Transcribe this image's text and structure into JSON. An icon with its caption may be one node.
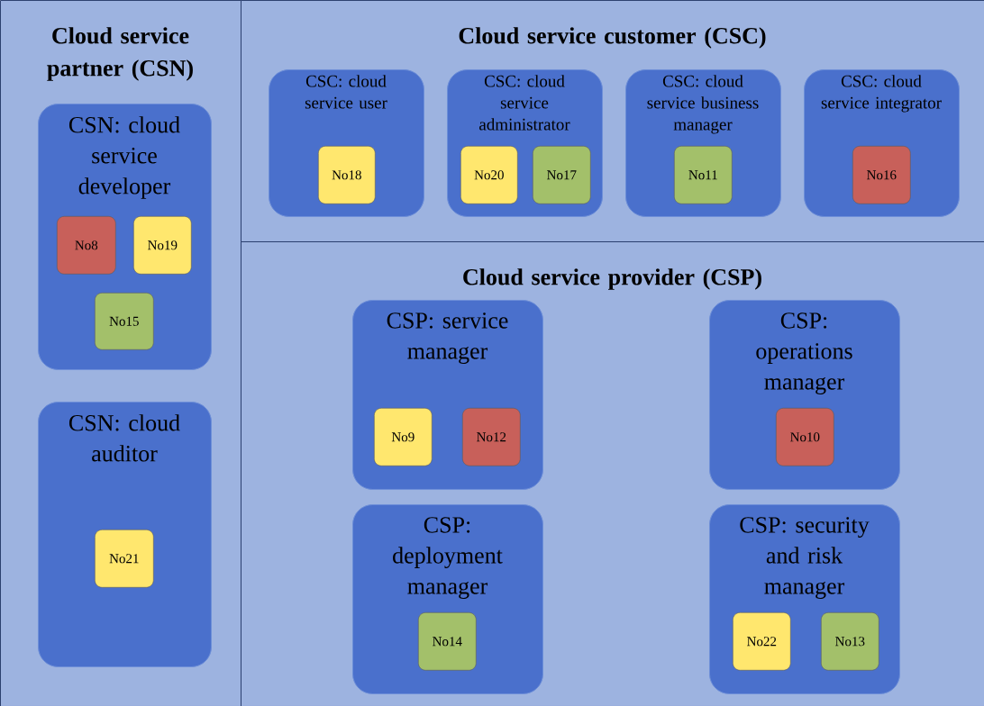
{
  "diagram": {
    "nodes": [
      {
        "text": [
          "Cloud service partner (CSN)"
        ]
      },
      {
        "text": [
          "Cloud service customer (CSC)"
        ]
      },
      {
        "text": [
          "Cloud service provider (CSP)"
        ]
      },
      {
        "text": [
          "CSN: cloud service developer"
        ],
        "in": 0
      },
      {
        "text": [
          "No8"
        ],
        "in": 3
      },
      {
        "text": [
          "No19"
        ],
        "in": 3
      },
      {
        "text": [
          "No15"
        ],
        "in": 3
      },
      {
        "text": [
          "CSN: cloud auditor"
        ],
        "in": 0
      },
      {
        "text": [
          "No21"
        ],
        "in": 7
      },
      {
        "text": [
          "CSC: cloud service user"
        ],
        "in": 1
      },
      {
        "text": [
          "No18"
        ],
        "in": 9
      },
      {
        "text": [
          "CSC: cloud service administrator"
        ],
        "in": 1
      },
      {
        "text": [
          "No20"
        ],
        "in": 11
      },
      {
        "text": [
          "No17"
        ],
        "in": 11
      },
      {
        "text": [
          "CSC: cloud service business manager"
        ],
        "in": 1
      },
      {
        "text": [
          "No11"
        ],
        "in": 14
      },
      {
        "text": [
          "CSC: cloud service integrator"
        ],
        "in": 1
      },
      {
        "text": [
          "No16"
        ],
        "in": 16
      },
      {
        "text": [
          "CSP: service manager"
        ],
        "in": 2
      },
      {
        "text": [
          "No9"
        ],
        "in": 18
      },
      {
        "text": [
          "No12"
        ],
        "in": 18
      },
      {
        "text": [
          "CSP: operations manager"
        ],
        "in": 2
      },
      {
        "text": [
          "No10"
        ],
        "in": 21
      },
      {
        "text": [
          "CSP: deployment manager"
        ],
        "in": 2
      },
      {
        "text": [
          "No14"
        ],
        "in": 23
      },
      {
        "text": [
          "CSP: security and risk manager"
        ],
        "in": 2
      },
      {
        "text": [
          "No22"
        ],
        "in": 25
      },
      {
        "text": [
          "No13"
        ],
        "in": 25
      }
    ]
  }
}
